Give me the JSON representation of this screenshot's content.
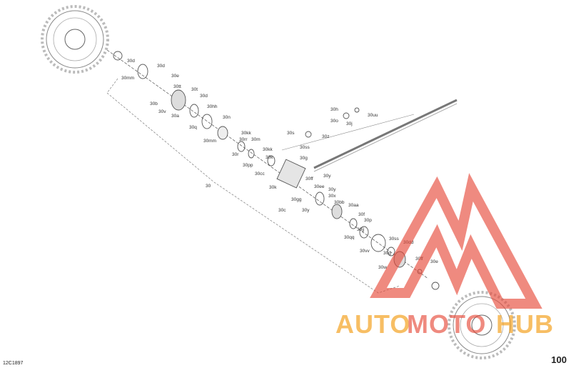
{
  "diagram": {
    "code": "12C1897",
    "page_number": "100",
    "assembly_label": "30",
    "callouts": [
      "30d",
      "30d",
      "30mm",
      "30e",
      "30tt",
      "30t",
      "30d",
      "30b",
      "30v",
      "30hh",
      "30a",
      "30n",
      "30q",
      "30kk",
      "30mm",
      "30rr",
      "30r",
      "30kk",
      "30m",
      "30pp",
      "30k",
      "30cc",
      "30s",
      "30ss",
      "30z",
      "30g",
      "30h",
      "30o",
      "30uu",
      "30j",
      "30ff",
      "30y",
      "30ee",
      "30y",
      "30k",
      "30gg",
      "30x",
      "30c",
      "30y",
      "30bb",
      "30aa",
      "30f",
      "30p",
      "30jj",
      "30qq",
      "30ss",
      "30dd",
      "30vv",
      "30g",
      "30ff",
      "30w",
      "30e"
    ]
  },
  "watermark": {
    "brand_part1": "AUTO",
    "brand_part2": "MOTO",
    "brand_part3": "HUB",
    "color_main": "#f39c12",
    "color_accent": "#e74c3c"
  }
}
